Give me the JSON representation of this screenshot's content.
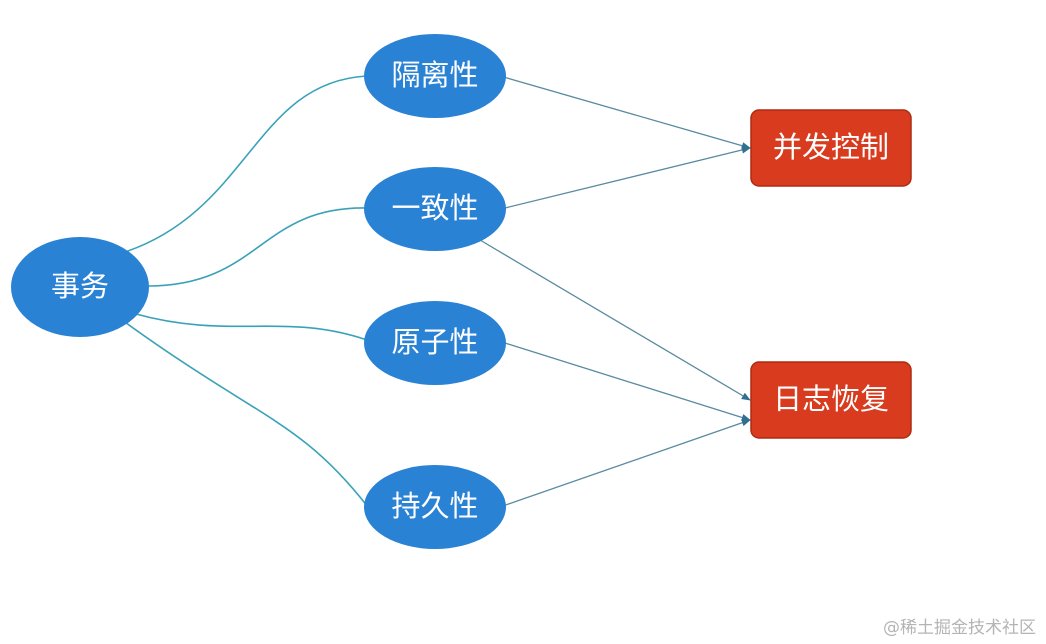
{
  "colors": {
    "ellipse_fill": "#2a82d4",
    "box_fill": "#d93b1f",
    "box_stroke": "#b02a12",
    "edge_curve": "#3aa2b8",
    "edge_arrow": "#5a8aa0",
    "label": "#ffffff"
  },
  "nodes": {
    "transaction": "事务",
    "isolation": "隔离性",
    "consistency": "一致性",
    "atomicity": "原子性",
    "durability": "持久性",
    "concurrency_control": "并发控制",
    "log_recovery": "日志恢复"
  },
  "edges": [
    {
      "from": "transaction",
      "to": "isolation"
    },
    {
      "from": "transaction",
      "to": "consistency"
    },
    {
      "from": "transaction",
      "to": "atomicity"
    },
    {
      "from": "transaction",
      "to": "durability"
    },
    {
      "from": "isolation",
      "to": "concurrency_control"
    },
    {
      "from": "consistency",
      "to": "concurrency_control"
    },
    {
      "from": "consistency",
      "to": "log_recovery"
    },
    {
      "from": "atomicity",
      "to": "log_recovery"
    },
    {
      "from": "durability",
      "to": "log_recovery"
    }
  ],
  "watermark": "@稀土掘金技术社区"
}
